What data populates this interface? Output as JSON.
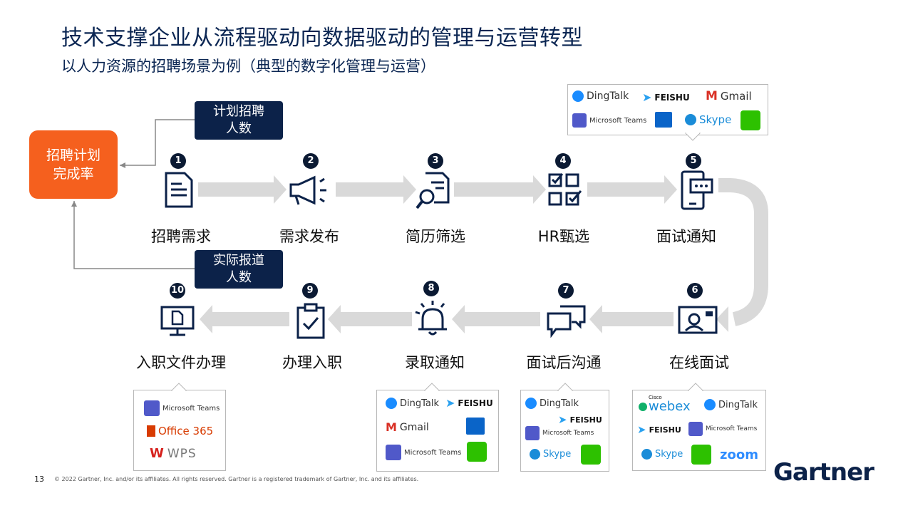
{
  "title": "技术支撑企业从流程驱动向数据驱动的管理与运营转型",
  "subtitle": "以人力资源的招聘场景为例（典型的数字化管理与运营）",
  "kpi_box": [
    "招聘计划",
    "完成率"
  ],
  "plan_box": [
    "计划招聘",
    "人数"
  ],
  "actual_box": [
    "实际报道",
    "人数"
  ],
  "steps": [
    {
      "num": "1",
      "label": "招聘需求",
      "icon": "document-icon"
    },
    {
      "num": "2",
      "label": "需求发布",
      "icon": "megaphone-icon"
    },
    {
      "num": "3",
      "label": "简历筛选",
      "icon": "resume-search-icon"
    },
    {
      "num": "4",
      "label": "HR甄选",
      "icon": "checklist-icon"
    },
    {
      "num": "5",
      "label": "面试通知",
      "icon": "phone-message-icon"
    },
    {
      "num": "6",
      "label": "在线面试",
      "icon": "video-interview-icon"
    },
    {
      "num": "7",
      "label": "面试后沟通",
      "icon": "chat-bubbles-icon"
    },
    {
      "num": "8",
      "label": "录取通知",
      "icon": "bell-icon"
    },
    {
      "num": "9",
      "label": "办理入职",
      "icon": "clipboard-check-icon"
    },
    {
      "num": "10",
      "label": "入职文件办理",
      "icon": "monitor-document-icon"
    }
  ],
  "tools": {
    "dingtalk": "DingTalk",
    "feishu": "FEISHU",
    "gmail": "Gmail",
    "teams": "Microsoft Teams",
    "skype": "Skype",
    "office365": "Office 365",
    "wps": "WPS",
    "cisco": "Cisco",
    "webex": "webex",
    "zoom": "zoom"
  },
  "footer": {
    "page": "13",
    "copyright": "© 2022 Gartner, Inc. and/or its affiliates. All rights reserved. Gartner is a registered trademark of Gartner, Inc. and its affiliates.",
    "logo": "Gartner"
  },
  "colors": {
    "navy": "#0c2249",
    "orange": "#f5601e",
    "arrow": "#d9d9d9"
  }
}
